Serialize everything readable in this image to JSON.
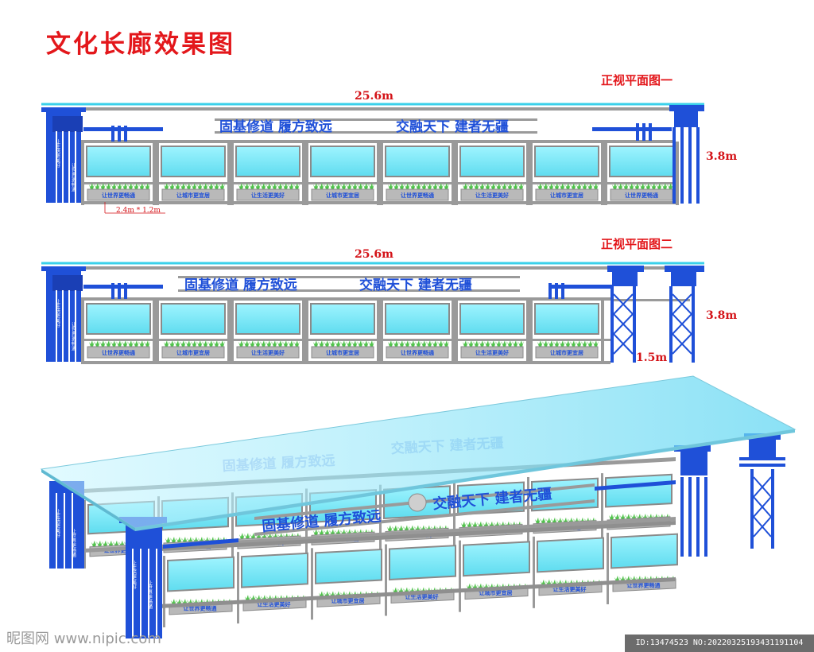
{
  "title": "文化长廊效果图",
  "views": [
    {
      "label": "正视平面图一",
      "width_label": "25.6m",
      "height_label": "3.8m",
      "size_note": "2.4m * 1.2m"
    },
    {
      "label": "正视平面图二",
      "width_label": "25.6m",
      "height_label": "3.8m",
      "post_label": "1.5m"
    }
  ],
  "slogans": {
    "left": "固基修道  履方致远",
    "right": "交融天下  建者无疆"
  },
  "banner_vertical": {
    "left_col": "让生活更美好",
    "right_col": "让世界更畅通"
  },
  "planter_labels_1": [
    "让世界更畅通",
    "让城市更宜居",
    "让生活更美好",
    "让城市更宜居",
    "让世界更畅通",
    "让生活更美好",
    "让城市更宜居",
    "让世界更畅通"
  ],
  "planter_labels_2": [
    "让世界更畅通",
    "让城市更宜居",
    "让生活更美好",
    "让城市更宜居",
    "让世界更畅通",
    "让生活更美好",
    "让城市更宜居"
  ],
  "planter_labels_3d_front": [
    "让世界更畅通",
    "让生活更美好",
    "让城市更宜居",
    "让生活更美好",
    "让城市更宜居",
    "让生活更美好",
    "让世界更畅通"
  ],
  "planter_labels_3d_back": [
    "让世界更畅通",
    "让城市更宜居",
    "让生活更美好",
    "让城市更宜居",
    "让生活更美好",
    "让城市更宜居",
    "让世界更畅通"
  ],
  "watermark": "昵图网 www.nipic.com",
  "image_id": "ID:13474523 NO:20220325193431191104",
  "colors": {
    "blue": "#1f50d8",
    "cyan": "#8ff0ff",
    "red": "#e3171b",
    "green": "#4fc24a"
  }
}
